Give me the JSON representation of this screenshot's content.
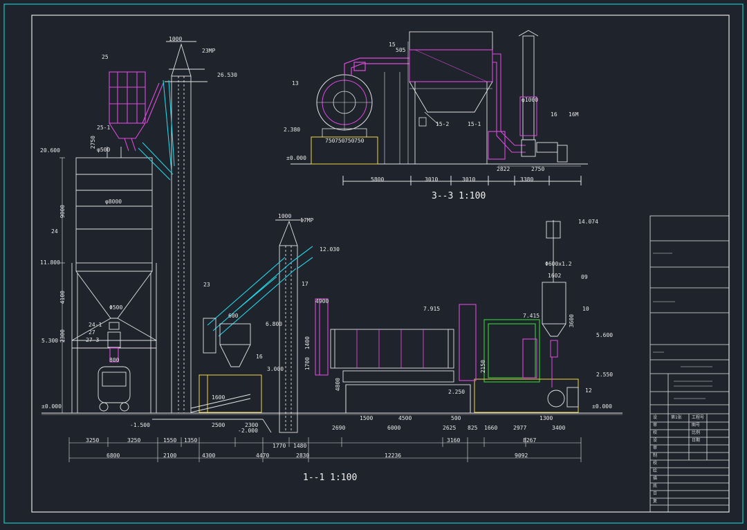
{
  "colors": {
    "background": "#1f232b",
    "frame": "#18c7c7",
    "outline": "#e6e6e6",
    "magenta": "#e04be0",
    "cyan": "#24d6e6",
    "yellow": "#f0d84a",
    "green": "#34d634",
    "blue": "#3a6cf0"
  },
  "section_1": {
    "caption": "1--1 1:100",
    "elevations": {
      "e20600": "20.600",
      "e11800": "11.800",
      "e5300": "5.300",
      "e0": "±0.000",
      "eneg1500": "-1.500",
      "eneg2000": "-2.000",
      "e26530": "26.530",
      "e12030": "12.030",
      "e6800": "6.800",
      "e3000": "3.000",
      "e7915": "7.915",
      "e7415": "7.415",
      "e5600": "5.600",
      "e2550": "2.550",
      "e0b": "±0.000",
      "e2250": "2.250",
      "e14074": "14.074"
    },
    "parts": {
      "p25": "25",
      "p25_1": "25-1",
      "p24": "24",
      "p24_1": "24-1",
      "p27": "27",
      "p27_3": "27-3",
      "p23": "23",
      "p23mp": "23MP",
      "p17": "17",
      "p17mp": "17MP",
      "p16": "16",
      "p09": "09",
      "p10": "10",
      "p12": "12"
    },
    "dims_bottom_row1": [
      "3250",
      "3250",
      "1550",
      "1350",
      "2500",
      "2300",
      "1770",
      "1480",
      "2690",
      "6000",
      "2625",
      "825",
      "1660",
      "2977",
      "3400"
    ],
    "dims_bottom_row2": [
      "6800",
      "2100",
      "4300",
      "4470",
      "2830",
      "12236",
      "9092"
    ],
    "dims_misc": {
      "d1000a": "1000",
      "d1000b": "1000",
      "d2750": "2750",
      "d500": "φ500",
      "d8000": "φ8000",
      "d9000": "9000",
      "d4100": "4100",
      "d2300": "2300",
      "d800": "800",
      "d1600": "1600",
      "d1500": "1500",
      "d4500": "4500",
      "d500b": "500",
      "d3160": "3160",
      "d8267": "8267",
      "d1300": "1300",
      "d4900": "4900",
      "d1400": "1400",
      "d1700": "1700",
      "d4800": "4800",
      "d1602": "1602",
      "d3600": "3600",
      "d2150": "2150",
      "d600": "600",
      "dphi500": "Φ500",
      "dphi600x12": "Φ600x1.2"
    }
  },
  "section_3": {
    "caption": "3--3 1:100",
    "labels": {
      "l15": "15",
      "l505": "505",
      "l13": "13",
      "l15_2": "15-2",
      "l15_1": "15-1",
      "l16": "16",
      "l16m": "16M",
      "l2380": "2.380",
      "l0": "±0.000",
      "phi1000": "φ1000"
    },
    "dims_bottom": [
      "5800",
      "3010",
      "3010",
      "2822",
      "2750",
      "3380"
    ],
    "dims_top": [
      "750",
      "750",
      "750",
      "750"
    ]
  },
  "title_block": {
    "rows_left": [
      "设",
      "审",
      "校",
      "设",
      "审",
      "制",
      "校",
      "绘",
      "描",
      "底",
      "日",
      "复"
    ],
    "rows_right": [
      "第1张",
      "工程号",
      "图号",
      "比例",
      "日期"
    ]
  }
}
